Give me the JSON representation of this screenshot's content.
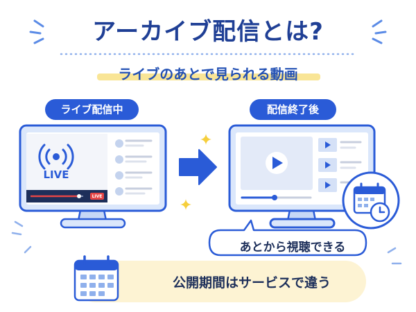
{
  "title": "アーカイブ配信とは?",
  "subtitle": "ライブのあとで見られる動画",
  "left_panel": {
    "label": "ライブ配信中",
    "live_text": "LIVE",
    "badge_text": "LIVE"
  },
  "right_panel": {
    "label": "配信終了後"
  },
  "bubble_text": "あとから視聴できる",
  "banner_text": "公開期間はサービスで違う",
  "colors": {
    "primary": "#2a5bd7",
    "title": "#1f3f95",
    "light_blue": "#dbe7fb",
    "banner": "#fdf3d3",
    "accent_yellow": "#f6cf3c",
    "live_red": "#e64646"
  }
}
